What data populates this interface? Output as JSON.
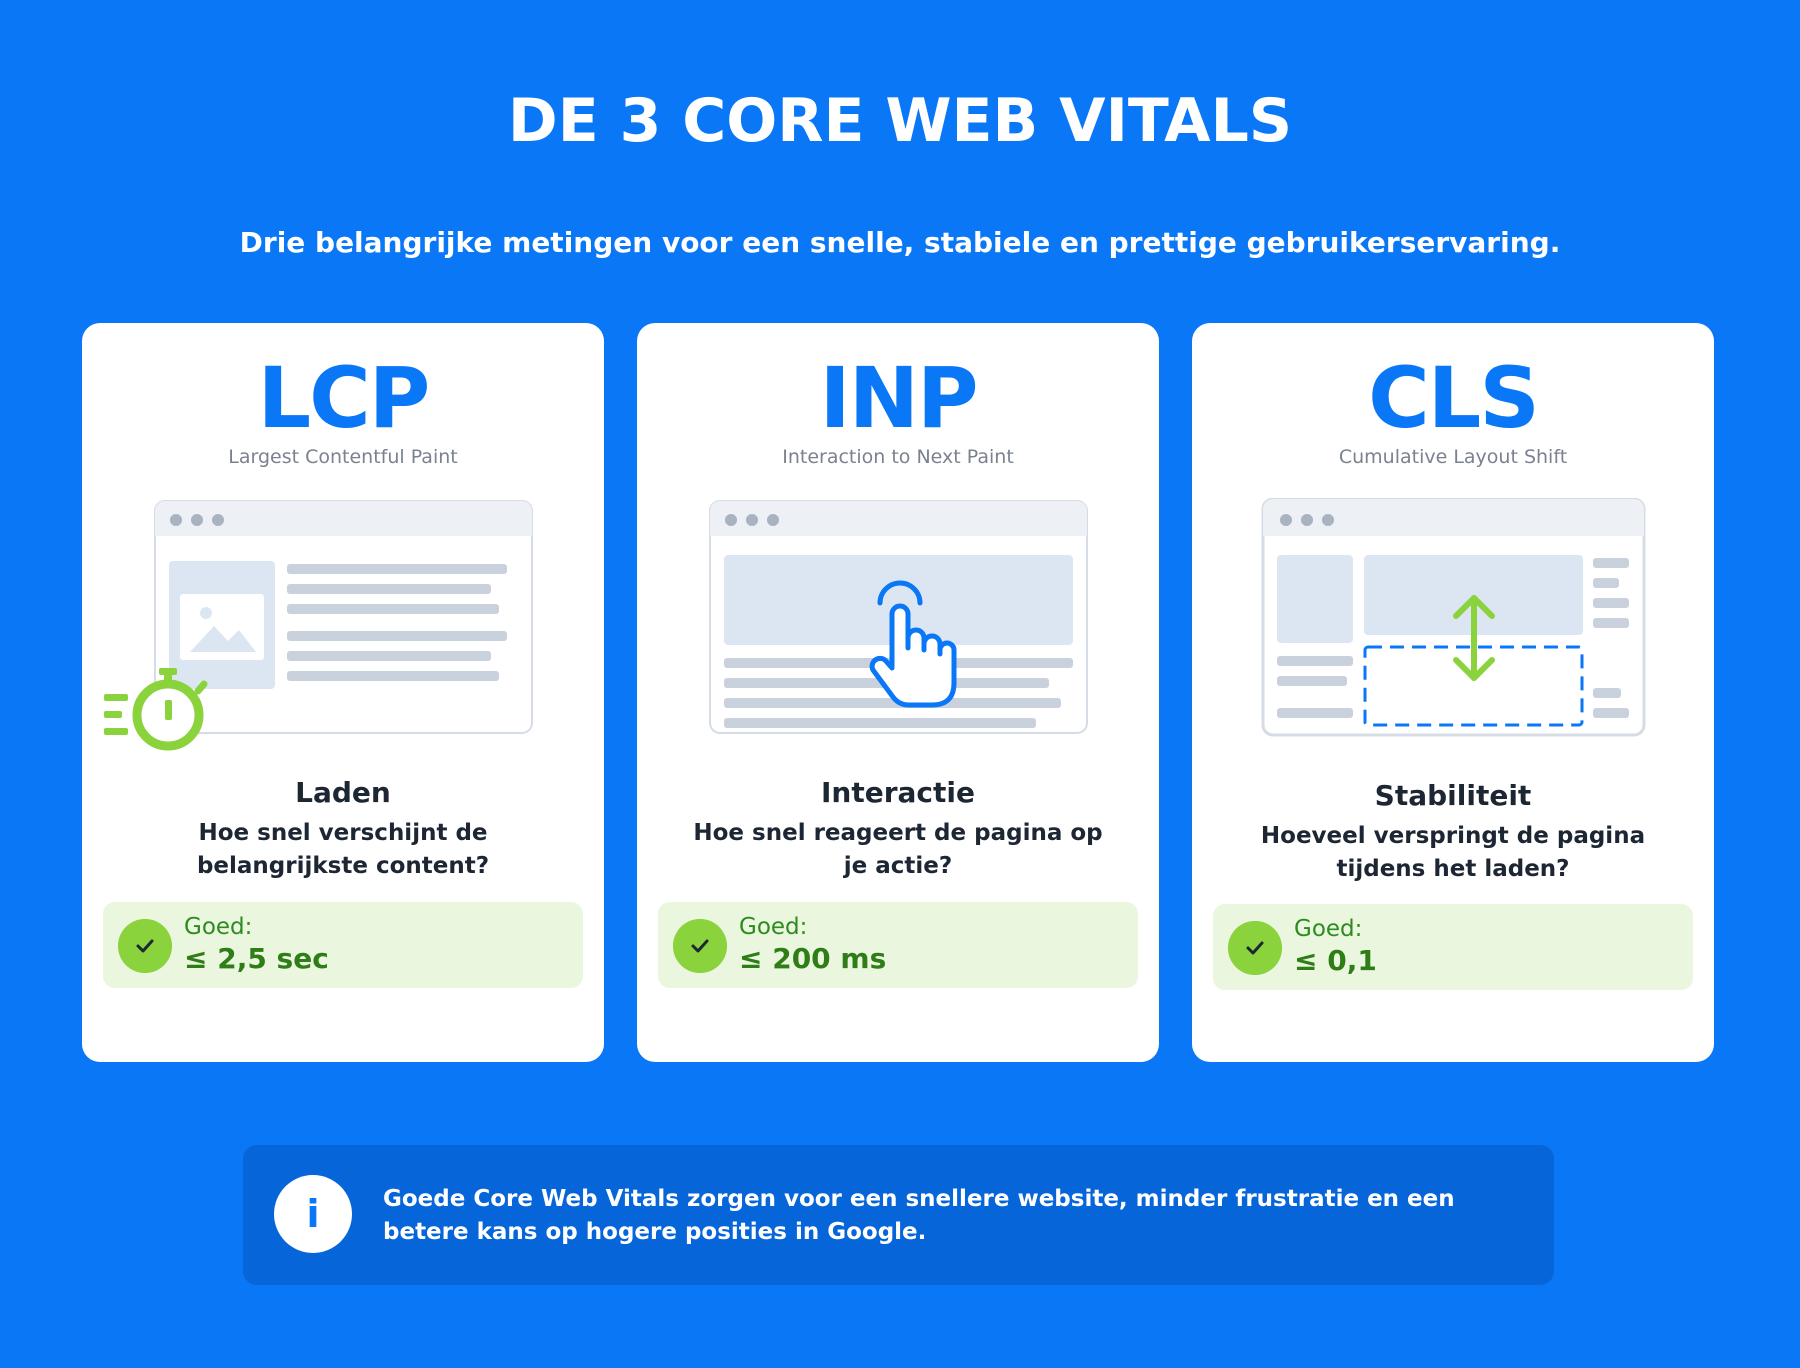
{
  "header": {
    "title": "DE 3 CORE WEB VITALS",
    "subtitle": "Drie belangrijke metingen voor een snelle, stabiele en prettige gebruikerservaring."
  },
  "cards": [
    {
      "abbr": "LCP",
      "full_name": "Largest Contentful Paint",
      "heading": "Laden",
      "description": "Hoe snel verschijnt de belangrijkste content?",
      "good_label": "Goed:",
      "good_value": "≤ 2,5 sec",
      "illustration": "stopwatch-icon"
    },
    {
      "abbr": "INP",
      "full_name": "Interaction to Next Paint",
      "heading": "Interactie",
      "description": "Hoe snel reageert de pagina op je actie?",
      "good_label": "Goed:",
      "good_value": "≤ 200 ms",
      "illustration": "hand-pointer-icon"
    },
    {
      "abbr": "CLS",
      "full_name": "Cumulative Layout Shift",
      "heading": "Stabiliteit",
      "description": "Hoeveel verspringt de pagina tijdens het laden?",
      "good_label": "Goed:",
      "good_value": "≤ 0,1",
      "illustration": "vertical-arrows-icon"
    }
  ],
  "info": {
    "icon": "info-icon",
    "icon_glyph": "i",
    "text": "Goede Core Web Vitals zorgen voor een snellere website, minder frustratie en een betere kans op hogere posities in Google."
  },
  "colors": {
    "background": "#0977F6",
    "accent_blue": "#0977F6",
    "good_green": "#8BD33C",
    "good_text": "#2E7D16",
    "good_bg": "#EAF6DE",
    "info_bg": "#0665D8"
  }
}
